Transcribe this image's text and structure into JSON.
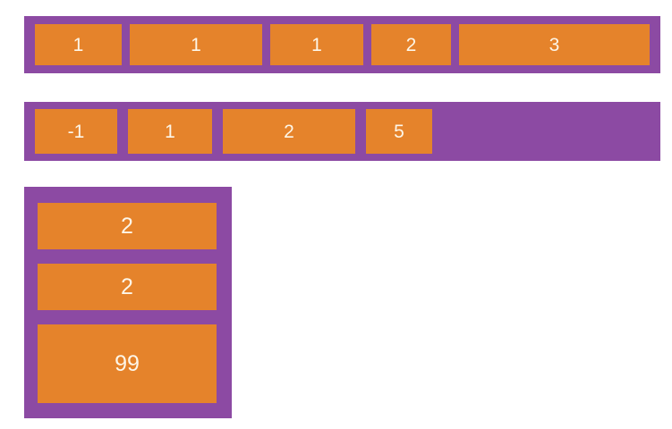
{
  "colors": {
    "page_bg": "#ffffff",
    "container_purple": "#8c4aa3",
    "item_orange": "#e5832b",
    "label_cream": "#fdf6e8"
  },
  "diagram": {
    "containers": [
      {
        "orientation": "row",
        "items": [
          {
            "label": "1"
          },
          {
            "label": "1"
          },
          {
            "label": "1"
          },
          {
            "label": "2"
          },
          {
            "label": "3"
          }
        ]
      },
      {
        "orientation": "row",
        "items": [
          {
            "label": "-1"
          },
          {
            "label": "1"
          },
          {
            "label": "2"
          },
          {
            "label": "5"
          }
        ]
      },
      {
        "orientation": "column",
        "items": [
          {
            "label": "2"
          },
          {
            "label": "2"
          },
          {
            "label": "99"
          }
        ]
      }
    ]
  }
}
